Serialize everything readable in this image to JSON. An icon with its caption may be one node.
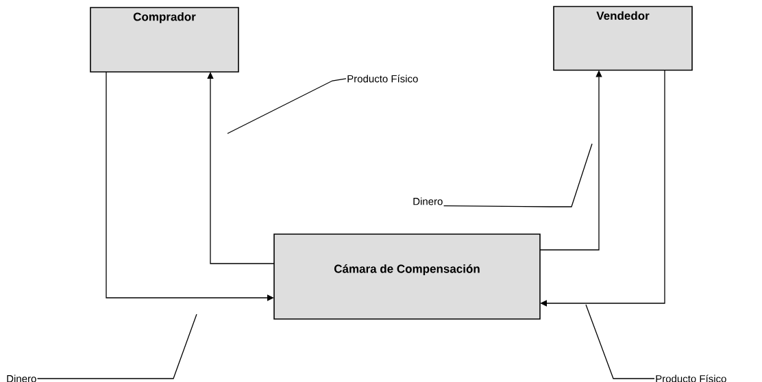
{
  "diagram": {
    "nodes": [
      {
        "text": [
          "Comprador"
        ]
      },
      {
        "text": [
          "Vendedor"
        ]
      },
      {
        "text": [
          "Cámara de Compensación"
        ]
      },
      {
        "text": [
          "Producto Físico"
        ]
      },
      {
        "text": [
          "Dinero"
        ]
      },
      {
        "text": [
          "Dinero"
        ]
      },
      {
        "text": [
          "Producto Físico"
        ]
      }
    ],
    "edges": [
      {
        "from": 0,
        "to": 2,
        "arrow": "to"
      },
      {
        "from": 2,
        "to": 0,
        "arrow": "to"
      },
      {
        "from": 2,
        "to": 1,
        "arrow": "to"
      },
      {
        "from": 1,
        "to": 2,
        "arrow": "to"
      },
      {
        "from": 3,
        "to": null,
        "arrow": "none"
      },
      {
        "from": 4,
        "to": null,
        "arrow": "none"
      },
      {
        "from": 5,
        "to": null,
        "arrow": "none"
      },
      {
        "from": 6,
        "to": null,
        "arrow": "none"
      }
    ]
  }
}
